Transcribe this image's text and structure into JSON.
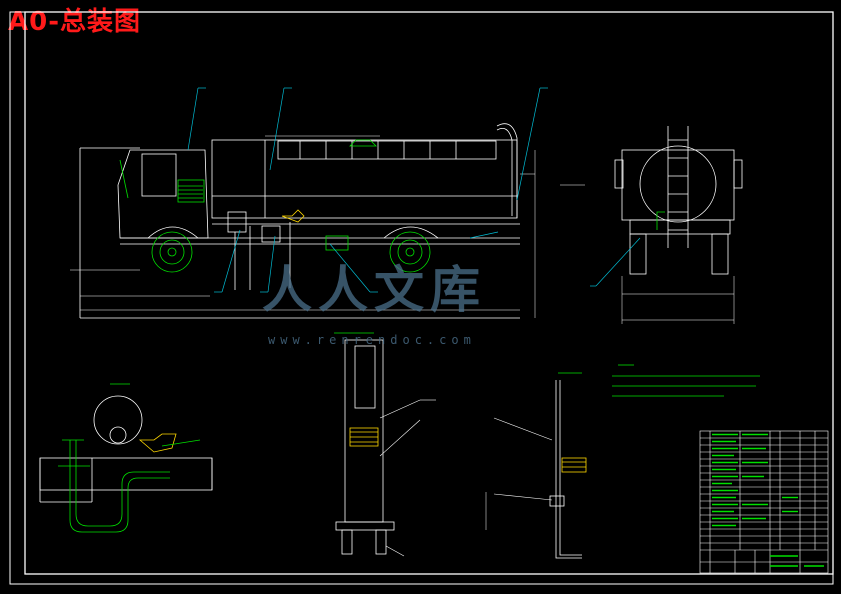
{
  "title": "A0-总装图",
  "watermark": {
    "main": "人人文库",
    "url": "www.renrendoc.com"
  },
  "colors": {
    "title": "#ff1a1a",
    "line": "#ffffff",
    "accent": "#00e000",
    "highlight": "#ffd800",
    "leader": "#00bcd4",
    "watermark": "#4a6f8a"
  }
}
